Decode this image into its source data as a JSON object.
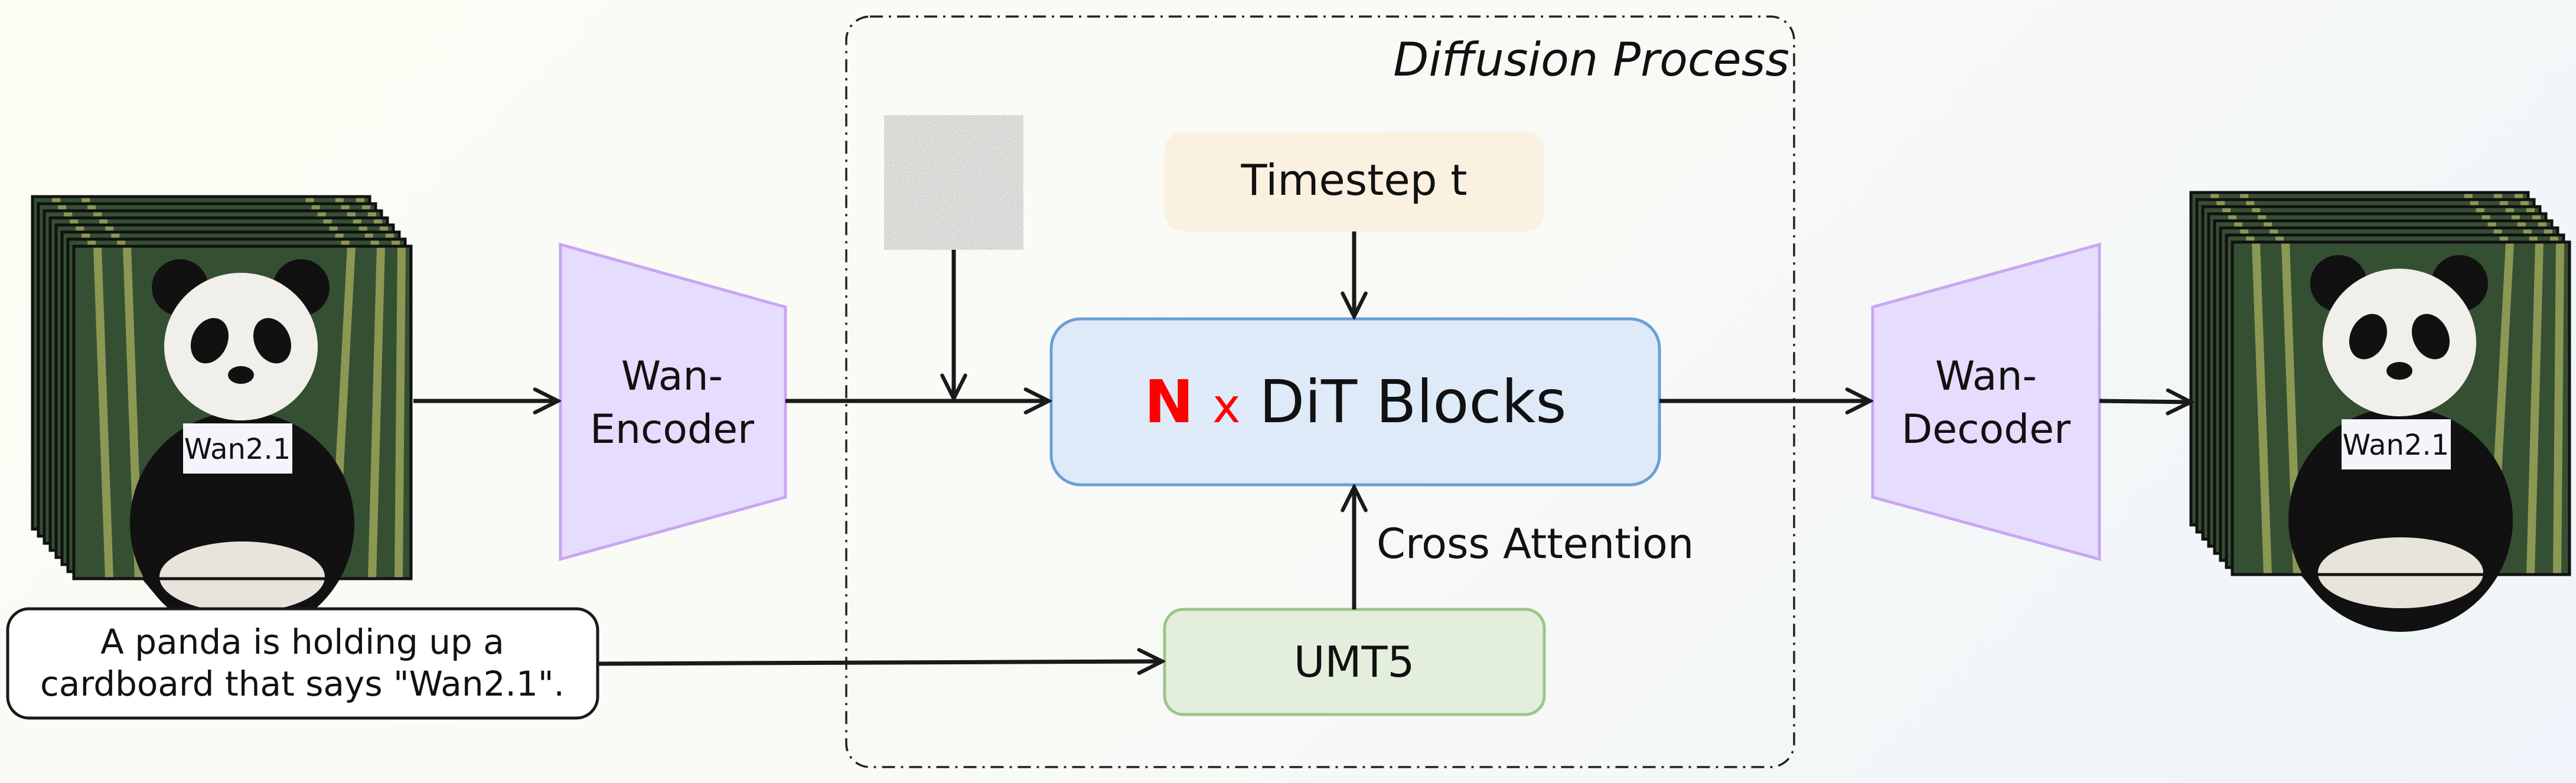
{
  "diffusion": {
    "title": "Diffusion Process"
  },
  "encoder": {
    "line1": "Wan-",
    "line2": "Encoder"
  },
  "decoder": {
    "line1": "Wan-",
    "line2": "Decoder"
  },
  "timestep": {
    "label": "Timestep t"
  },
  "dit": {
    "n": "N",
    "x": "x",
    "label": "DiT Blocks"
  },
  "cross_attention": {
    "label": "Cross Attention"
  },
  "umt5": {
    "label": "UMT5"
  },
  "prompt": {
    "line1": "A panda is holding up a",
    "line2": "cardboard that says \"Wan2.1\"."
  },
  "frame_sign": {
    "text": "Wan2.1"
  },
  "colors": {
    "encoder_fill": "#e6dcfd",
    "encoder_stroke": "#c9a6f3",
    "timestep_fill": "#fbf1e0",
    "dit_fill": "#dfeaf9",
    "dit_stroke": "#6b9fd4",
    "umt5_fill": "#e3efdc",
    "umt5_stroke": "#9cc58a",
    "accent_red": "#ff0000"
  }
}
